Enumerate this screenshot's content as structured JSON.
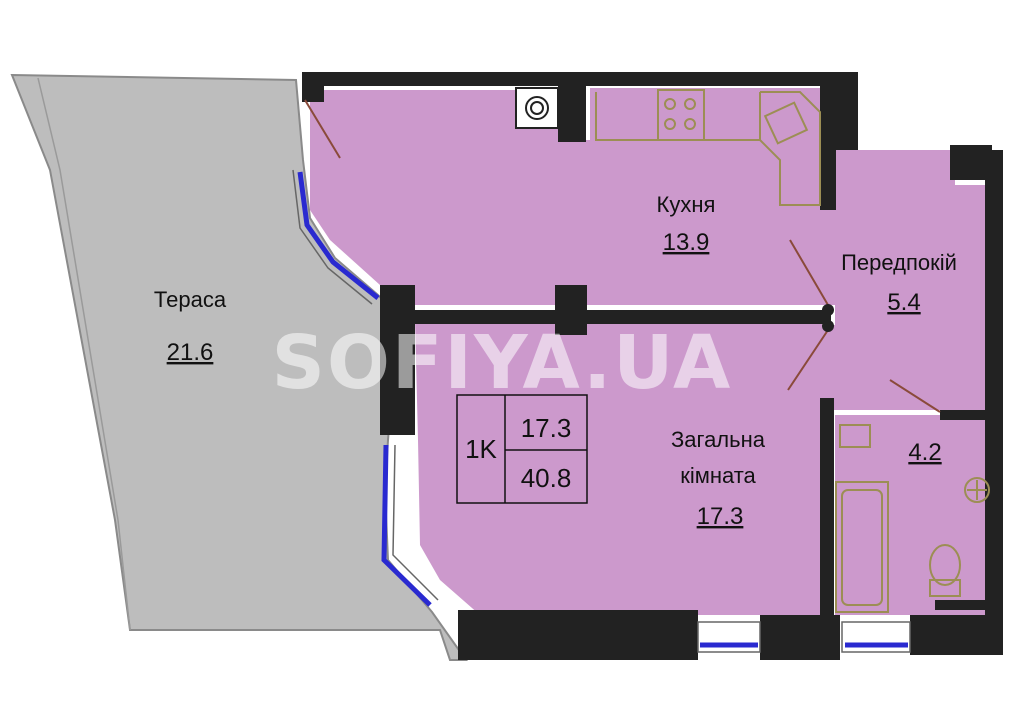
{
  "rooms": {
    "terrace": {
      "label": "Тераса",
      "area": "21.6"
    },
    "kitchen": {
      "label": "Кухня",
      "area": "13.9"
    },
    "hallway": {
      "label": "Передпокій",
      "area": "5.4"
    },
    "bathroom": {
      "label": "",
      "area": "4.2"
    },
    "living": {
      "label_line1": "Загальна",
      "label_line2": "кімната",
      "area": "17.3"
    }
  },
  "summary": {
    "rooms_code": "1K",
    "living_area": "17.3",
    "total_area": "40.8"
  },
  "watermark": "SOFIYA.UA",
  "colors": {
    "room_fill": "#CC99CC",
    "terrace_fill": "#BDBDBD",
    "wall": "#222222",
    "window": "#2A2AD0",
    "fixture": "#9C8E54"
  }
}
